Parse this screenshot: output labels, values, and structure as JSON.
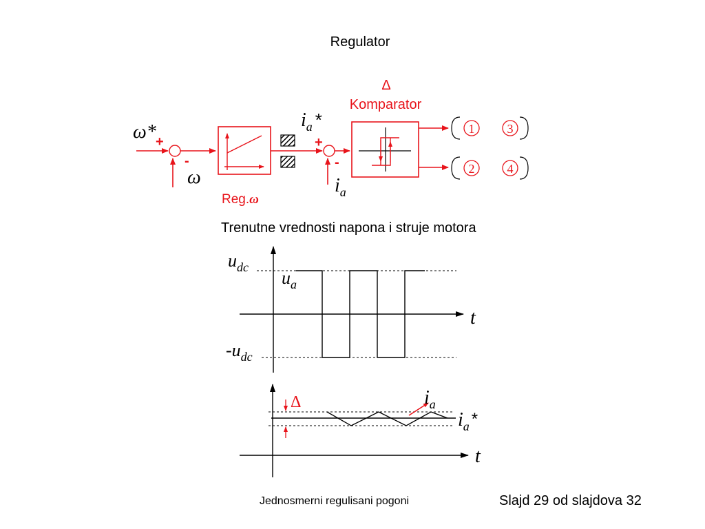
{
  "slide": {
    "title": "Regulator",
    "footer_left": "Jednosmerni regulisani pogoni",
    "footer_right": "Slajd 29 od slajdova 32"
  },
  "colors": {
    "accent": "#e8141b",
    "text": "#000000",
    "background": "#ffffff"
  },
  "block_diagram": {
    "comparator_delta": "Δ",
    "comparator_label": "Komparator",
    "speed_ref": "ω*",
    "speed_fb": "ω",
    "plus_sign": "+",
    "minus_sign": "-",
    "reg_label": "Reg.",
    "reg_symbol": "ω",
    "current_ref_base": "i",
    "current_ref_sub": "a",
    "current_ref_star": "*",
    "current_fb_base": "i",
    "current_fb_sub": "a",
    "switch_1": "1",
    "switch_2": "2",
    "switch_3": "3",
    "switch_4": "4"
  },
  "voltage_plot": {
    "heading": "Trenutne vrednosti napona i struje motora",
    "udc_base": "u",
    "udc_sub": "dc",
    "neg_udc_prefix": "-u",
    "neg_udc_sub": "dc",
    "ua_base": "u",
    "ua_sub": "a",
    "t_label": "t"
  },
  "current_plot": {
    "delta": "Δ",
    "ia_base": "i",
    "ia_sub": "a",
    "ia_ref_base": "i",
    "ia_ref_sub": "a",
    "ia_ref_star": "*",
    "t_label": "t"
  }
}
